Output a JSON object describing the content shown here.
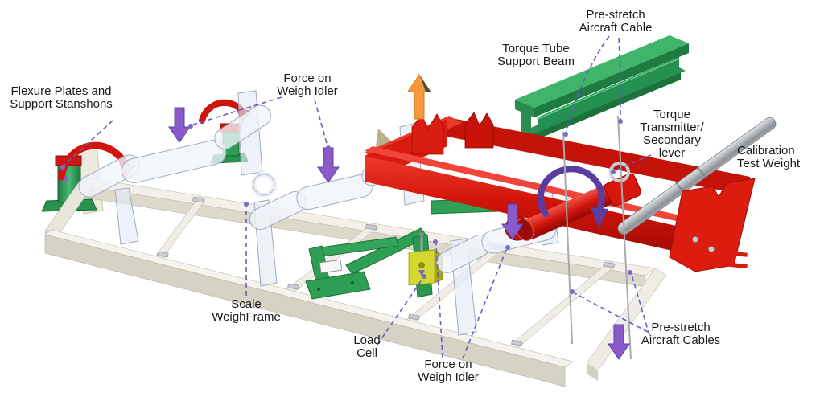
{
  "labels": {
    "flexure_plates": "Flexure Plates and\nSupport Stanshons",
    "force_on_weigh_idler_top": "Force on\nWeigh Idler",
    "torque_tube_support_beam": "Torque Tube\nSupport Beam",
    "prestretch_cable_top": "Pre-stretch\nAircraft Cable",
    "torque_transmitter": "Torque\nTransmitter/\nSecondary\nlever",
    "calibration_test_weight": "Calibration\nTest Weight",
    "scale_weighframe": "Scale\nWeighFrame",
    "load_cell": "Load\nCell",
    "force_on_weigh_idler_bottom": "Force on\nWeigh Idler",
    "prestretch_cables_bottom": "Pre-stretch\nAircraft Cables"
  },
  "colors": {
    "frame_red": "#d81a10",
    "beam_green": "#2fa457",
    "weighframe_beige": "#d7d3c4",
    "arrow_purple": "#8a5bc8",
    "arrow_orange": "#f5973d",
    "load_cell_yellow": "#d4d82e",
    "test_weight_gray": "#9aa0a4",
    "leader_purple": "#6a5acd",
    "label_text": "#1a1a1a"
  }
}
